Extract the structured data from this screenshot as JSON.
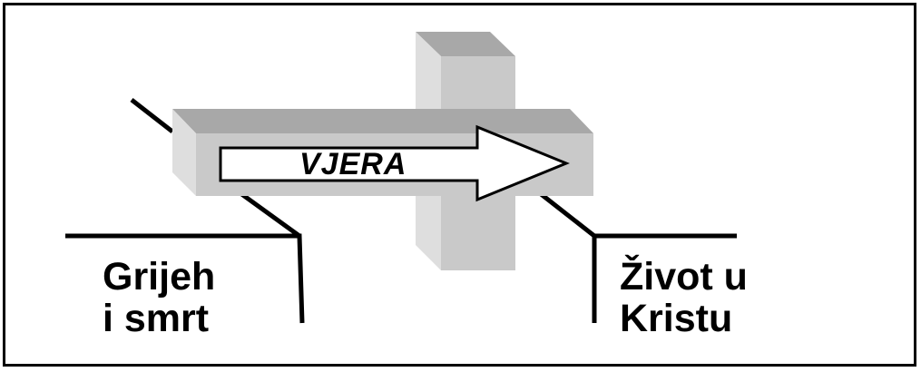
{
  "diagram": {
    "left_side": {
      "line1": "Grijeh",
      "line2": "i smrt"
    },
    "right_side": {
      "line1": "Život u",
      "line2": "Kristu"
    },
    "arrow": {
      "label": "VJERA"
    }
  },
  "colors": {
    "stroke": "#000000",
    "cross_front": "#c9c9c9",
    "cross_top": "#a8a8a8",
    "cross_side": "#dedede",
    "arrow_fill": "#ffffff"
  }
}
